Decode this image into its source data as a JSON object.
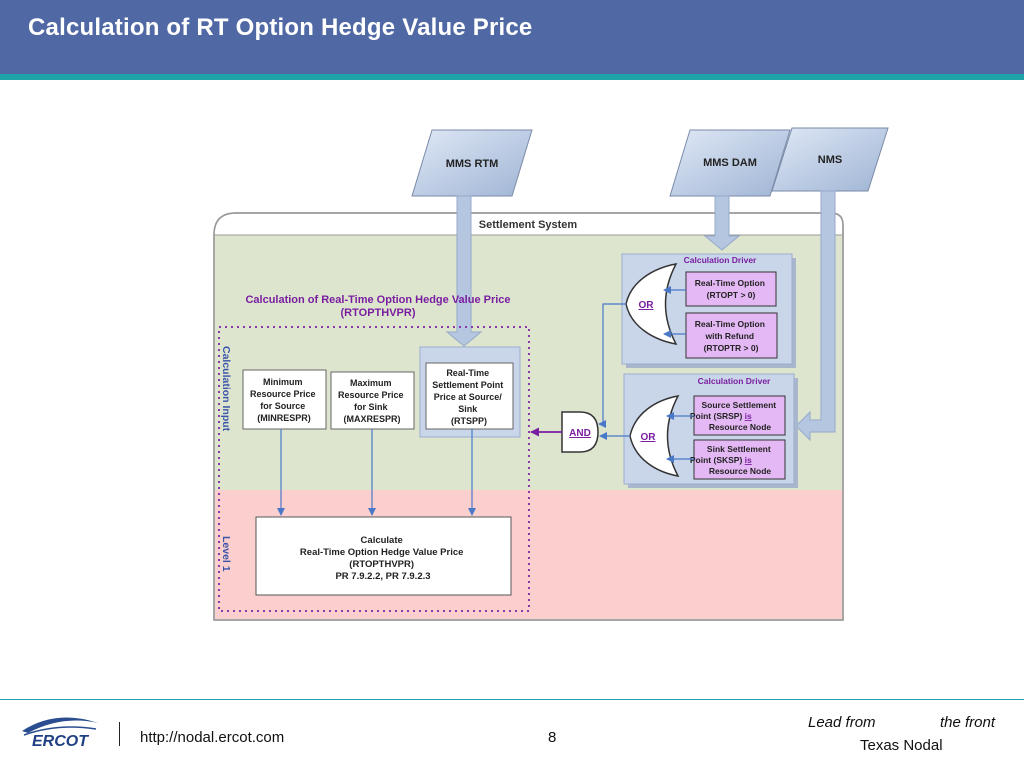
{
  "title": "Calculation of RT Option Hedge Value Price",
  "footer": {
    "logo_text": "ERCOT",
    "url": "http://nodal.ercot.com",
    "page": "8",
    "tagline_lead": "Lead from",
    "tagline_front": "the front",
    "tagline_sub": "Texas Nodal"
  },
  "diagram": {
    "sources": {
      "mms_rtm": "MMS RTM",
      "mms_dam": "MMS DAM",
      "nms": "NMS"
    },
    "settlement_system": "Settlement System",
    "calc_title_line1": "Calculation of Real-Time Option Hedge Value Price",
    "calc_title_line2": "(RTOPTHVPR)",
    "calculation_input": "Calculation Input",
    "level": "Level 1",
    "inputs": {
      "minresp": [
        "Minimum",
        "Resource Price",
        "for Source",
        "(MINRESPR)"
      ],
      "maxresp": [
        "Maximum",
        "Resource Price",
        "for Sink",
        "(MAXRESPR)"
      ],
      "rtspp": [
        "Real-Time",
        "Settlement Point",
        "Price at Source/",
        "Sink",
        "(RTSPP)"
      ]
    },
    "calculate": [
      "Calculate",
      "Real-Time Option Hedge Value Price",
      "(RTOPTHVPR)",
      "PR 7.9.2.2, PR 7.9.2.3"
    ],
    "driver1": {
      "label": "Calculation Driver",
      "gate": "OR",
      "item1": [
        "Real-Time Option",
        "(RTOPT > 0)"
      ],
      "item2": [
        "Real-Time Option",
        "with Refund",
        "(RTOPTR > 0)"
      ]
    },
    "driver2": {
      "label": "Calculation Driver",
      "gate": "OR",
      "item1": [
        "Source Settlement",
        "Point (SRSP) ",
        "is",
        "Resource Node"
      ],
      "item2": [
        "Sink Settlement",
        "Point (SKSP) ",
        "is",
        "Resource Node"
      ]
    },
    "and_gate": "AND"
  },
  "colors": {
    "header": "#5068a4",
    "accent_stripe": "#1fa3a8",
    "calc_panel": "#dde5cf",
    "level_panel": "#fccfcf",
    "purple_text": "#7a1ea0",
    "driver_box": "#e4b8f4"
  }
}
